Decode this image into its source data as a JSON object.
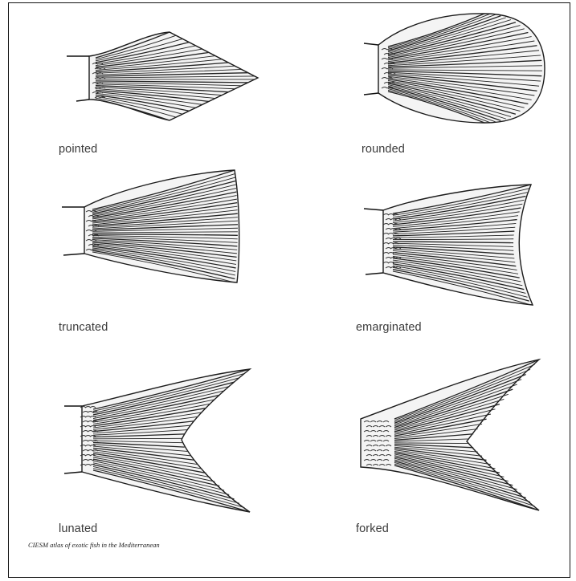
{
  "figure": {
    "shapes": [
      {
        "id": "pointed",
        "label": "pointed"
      },
      {
        "id": "rounded",
        "label": "rounded"
      },
      {
        "id": "truncated",
        "label": "truncated"
      },
      {
        "id": "emarginated",
        "label": "emarginated"
      },
      {
        "id": "lunated",
        "label": "lunated"
      },
      {
        "id": "forked",
        "label": "forked"
      }
    ],
    "credit": "CIESM atlas of exotic fish in the Mediterranean"
  }
}
